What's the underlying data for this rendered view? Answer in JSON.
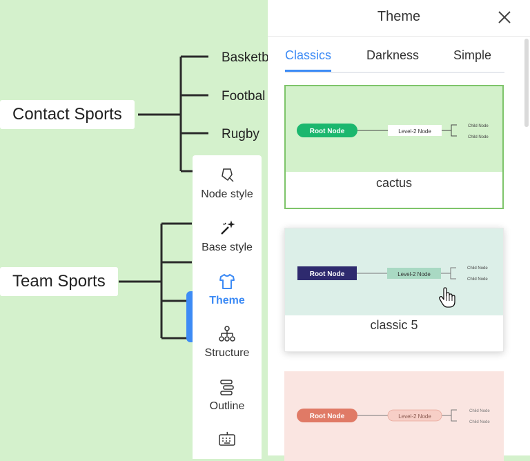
{
  "mindmap": {
    "contact_topic": "Contact Sports",
    "contact_children": [
      "Basketb",
      "Footbal",
      "Rugby"
    ],
    "team_topic": "Team Sports"
  },
  "toolbar": {
    "items": [
      {
        "label": "Node style",
        "icon": "node-style-icon"
      },
      {
        "label": "Base style",
        "icon": "magic-wand-icon"
      },
      {
        "label": "Theme",
        "icon": "shirt-icon"
      },
      {
        "label": "Structure",
        "icon": "structure-icon"
      },
      {
        "label": "Outline",
        "icon": "outline-icon"
      },
      {
        "label": "",
        "icon": "keyboard-icon"
      }
    ],
    "active_index": 2
  },
  "panel": {
    "title": "Theme",
    "tabs": [
      "Classics",
      "Darkness",
      "Simple"
    ],
    "active_tab": "Classics"
  },
  "themes": [
    {
      "name": "cactus",
      "root": "Root Node",
      "level2": "Level-2 Node",
      "child1": "Child Node",
      "child2": "Child Node",
      "root_color": "#1bb76e",
      "bg": "#d3f1cb",
      "selected": true
    },
    {
      "name": "classic 5",
      "root": "Root Node",
      "level2": "Level-2 Node",
      "child1": "Child Node",
      "child2": "Child Node",
      "root_color": "#2e2a6e",
      "bg": "#dcefe8"
    },
    {
      "name": "",
      "root": "Root Node",
      "level2": "Level-2 Node",
      "child1": "Child Node",
      "child2": "Child Node",
      "root_color": "#e07a66",
      "bg": "#fae5e1"
    }
  ],
  "colors": {
    "accent": "#3d8bf5",
    "canvas_bg": "#d4f1cc"
  }
}
